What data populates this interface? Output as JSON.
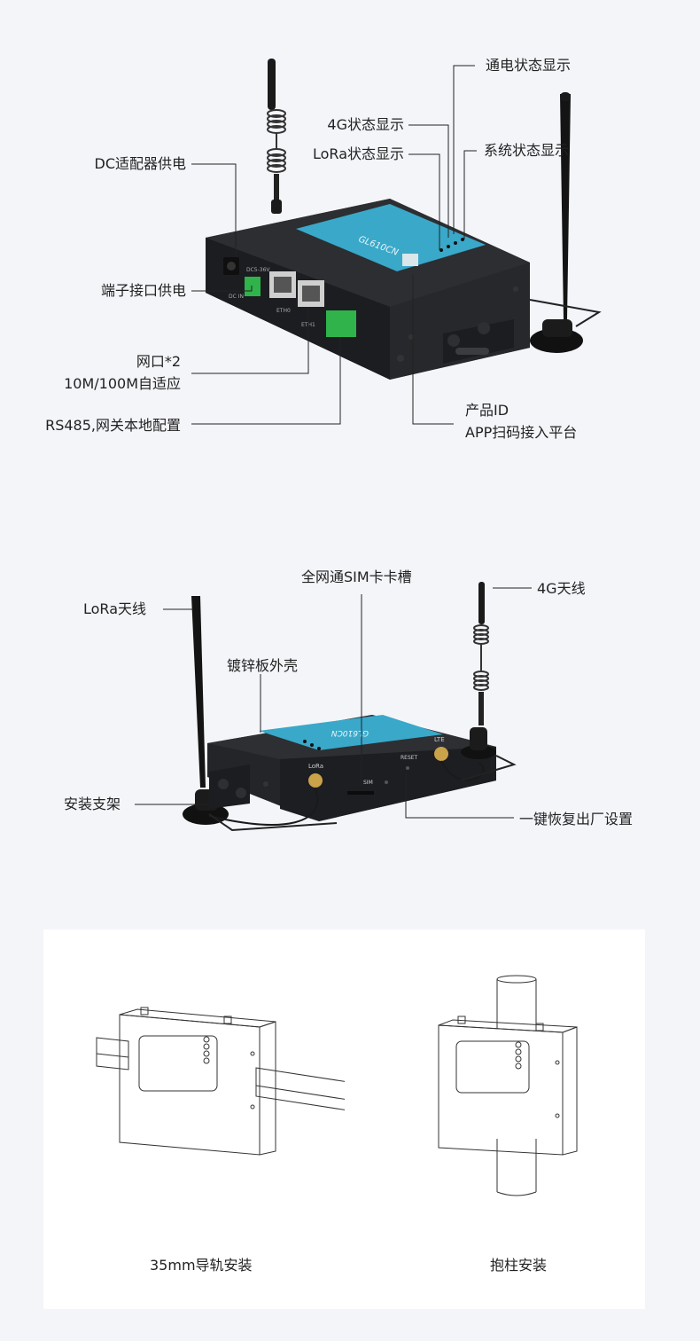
{
  "device": {
    "model": "GL610CN",
    "ports": {
      "dc": "DC IN",
      "power": "DC5-36V",
      "eth0": "ETH0",
      "eth1": "ETH1",
      "rs485": "RS485",
      "lora_ant": "LoRa",
      "lte_ant": "LTE",
      "reset": "RESET",
      "sim": "SIM"
    }
  },
  "front_view": {
    "labels": {
      "power_status": "通电状态显示",
      "status_4g": "4G状态显示",
      "lora_status": "LoRa状态显示",
      "system_status": "系统状态显示",
      "dc_power": "DC适配器供电",
      "terminal_power": "端子接口供电",
      "ethernet_line1": "网口*2",
      "ethernet_line2": "10M/100M自适应",
      "rs485": "RS485,网关本地配置",
      "product_id_line1": "产品ID",
      "product_id_line2": "APP扫码接入平台"
    }
  },
  "back_view": {
    "labels": {
      "sim_slot": "全网通SIM卡卡槽",
      "lora_antenna": "LoRa天线",
      "antenna_4g": "4G天线",
      "shell": "镀锌板外壳",
      "bracket": "安装支架",
      "factory_reset": "一键恢复出厂设置"
    }
  },
  "installation": {
    "rail_caption": "35mm导轨安装",
    "pole_caption": "抱柱安装"
  },
  "colors": {
    "background": "#f4f5f9",
    "device_body": "#1f2124",
    "device_top": "#2c2e32",
    "label_panel": "#3aa8c9",
    "terminal_green": "#2fb34a",
    "antenna": "#151515",
    "leader_line": "#222222"
  }
}
